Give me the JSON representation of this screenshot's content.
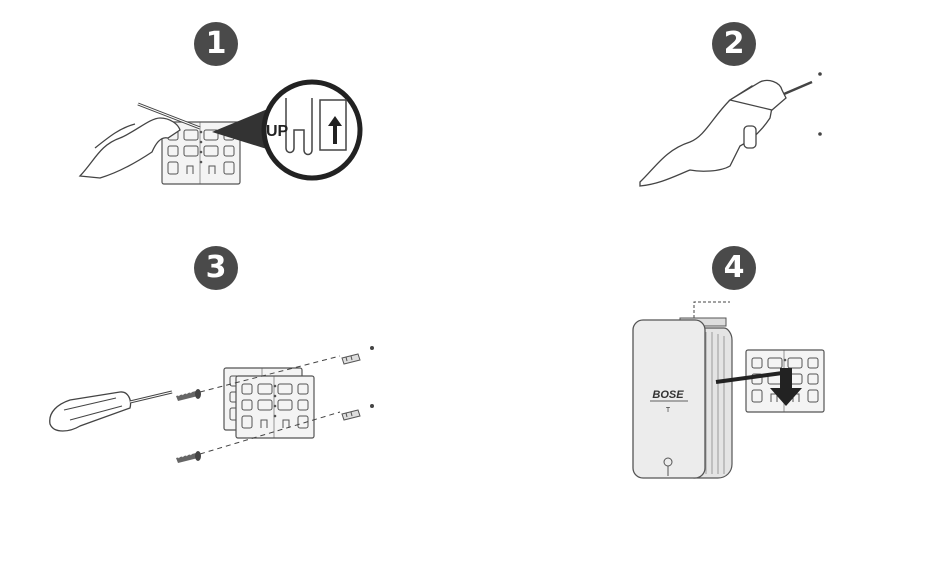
{
  "steps": [
    {
      "number": "1",
      "callout_label": "UP"
    },
    {
      "number": "2"
    },
    {
      "number": "3"
    },
    {
      "number": "4",
      "brand_logo": "BOSE",
      "model_mark": "T"
    }
  ]
}
